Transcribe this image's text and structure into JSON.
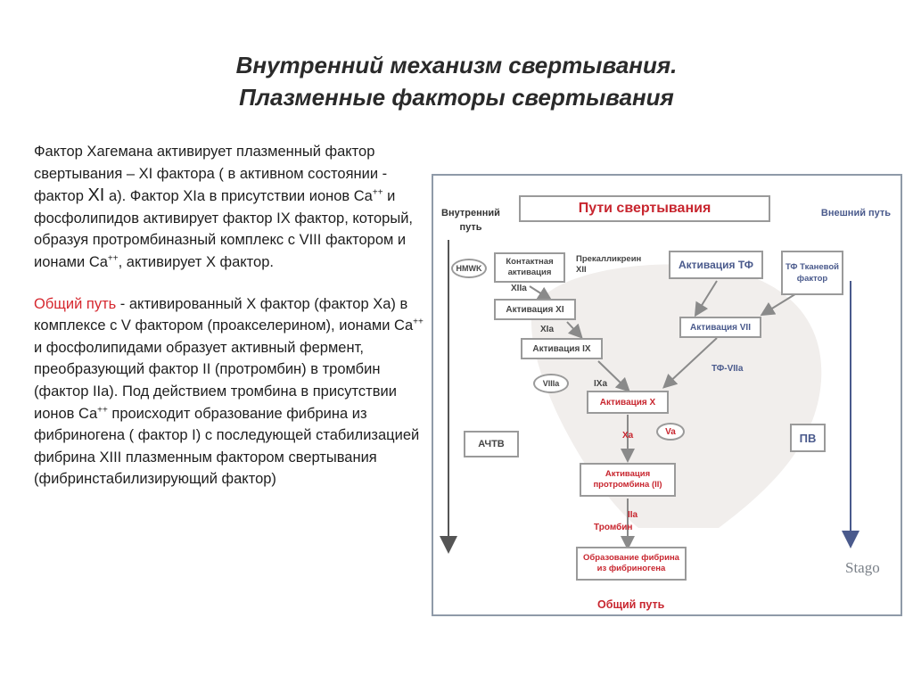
{
  "title": {
    "line1": "Внутренний механизм свертывания.",
    "line2": "Плазменные факторы свертывания"
  },
  "description": {
    "p1_parts": [
      "Фактор Хагемана активирует плазменный фактор свертывания – XI фактора   ( в активном состоянии - фактор ",
      "XI",
      " а). Фактор XIa в присутствии ионов Ca",
      "++",
      " и фосфолипидов активирует фактор IX фактор, который, образуя протромбиназный комплекс с VIII фактором и ионами Ca",
      "++",
      ", активирует X фактор."
    ],
    "p2_red": "Общий путь",
    "p2_parts": [
      " - активированный X фактор (фактор Xa)  в комплексе с V фактором (проакселерином), ионами Ca",
      "++",
      " и фосфолипидами образует активный фермент, преобразующий фактор II (протромбин) в тромбин (фактор IIa). Под действием тромбина в присутствии ионов Ca",
      "++",
      " происходит образование фибрина из фибриногена ( фактор I) с последующей стабилизацией фибрина XIII плазменным фактором свертывания (фибринстабилизирующий фактор)"
    ]
  },
  "diagram": {
    "header": "Пути свертывания",
    "intrinsic_label": "Внутренний путь",
    "extrinsic_label": "Внешний путь",
    "hmwk": "HMWK",
    "contact": "Контактная активация",
    "prekallikrein": "Прекалликреин XII",
    "xiia": "XIIa",
    "activation_xi": "Активация XI",
    "xia": "XIa",
    "activation_ix": "Активация IX",
    "viiia": "VIIIa",
    "ixa": "IXa",
    "activation_tf": "Активация ТФ",
    "tf_box": "ТФ Тканевой фактор",
    "activation_vii": "Активация VII",
    "tf_viia": "ТФ-VIIa",
    "activation_x": "Активация X",
    "xa": "Xa",
    "va": "Va",
    "achtv": "АЧТВ",
    "pv": "ПВ",
    "activation_prothrombin": "Активация протромбина (II)",
    "iia": "IIa",
    "thrombin": "Тромбин",
    "fibrin": "Образование фибрина из фибриногена",
    "common_path": "Общий путь",
    "logo": "Stago",
    "colors": {
      "red": "#c8262f",
      "blue": "#4a5a8c",
      "box_border": "#9a9a9a"
    }
  }
}
